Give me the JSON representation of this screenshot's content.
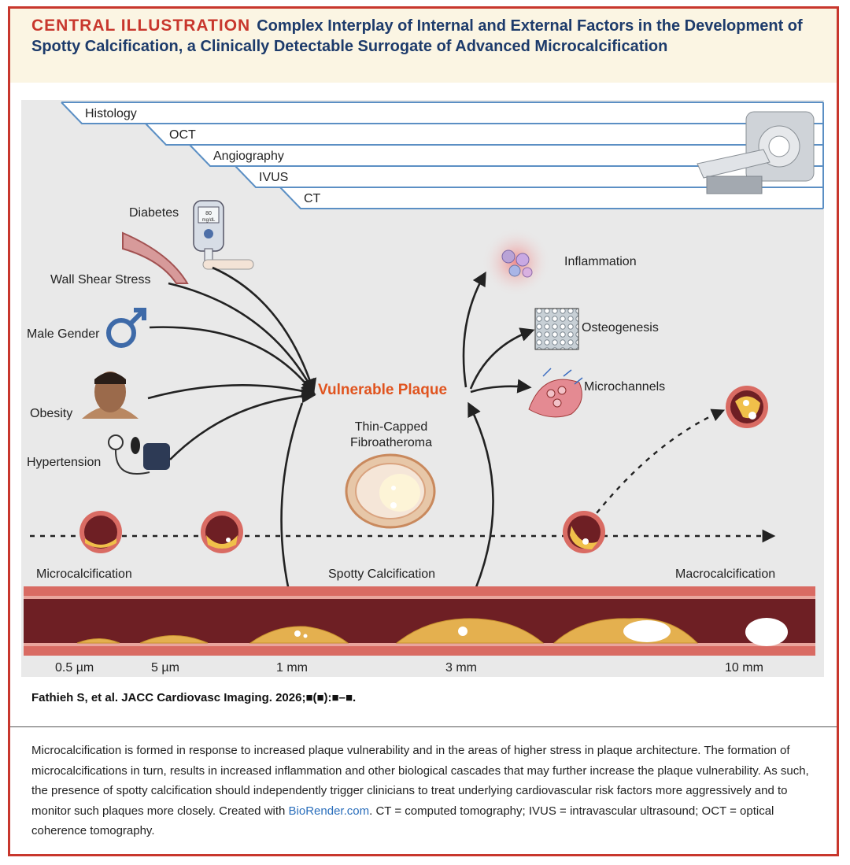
{
  "header": {
    "kicker": "CENTRAL ILLUSTRATION",
    "title": "Complex Interplay of Internal and External Factors in the Development of Spotty Calcification, a Clinically Detectable Surrogate of Advanced Microcalcification"
  },
  "imaging_modalities": [
    "Histology",
    "OCT",
    "Angiography",
    "IVUS",
    "CT"
  ],
  "risk_factors": [
    "Diabetes",
    "Wall Shear Stress",
    "Male Gender",
    "Obesity",
    "Hypertension"
  ],
  "center_label": "Vulnerable Plaque",
  "thin_cap_label": [
    "Thin-Capped",
    "Fibroatheroma"
  ],
  "outcomes": [
    "Inflammation",
    "Osteogenesis",
    "Microchannels"
  ],
  "glucometer_display": [
    "80",
    "mg/dL"
  ],
  "stages": [
    "Microcalcification",
    "Spotty Calcification",
    "Macrocalcification"
  ],
  "sizes": [
    "0.5 µm",
    "5 µm",
    "1 mm",
    "3 mm",
    "10 mm"
  ],
  "citation": "Fathieh S, et al. JACC Cardiovasc Imaging. 2026;■(■):■–■.",
  "caption": {
    "text_before_link": "Microcalcification is formed in response to increased plaque vulnerability and in the areas of higher stress in plaque architecture. The formation of microcalcifications in turn, results in increased inflammation and other biological cascades that may further increase the plaque vulnerability. As such, the presence of spotty calcification should independently trigger clinicians to treat underlying cardiovascular risk factors more aggressively and to monitor such plaques more closely. Created with ",
    "link_text": "BioRender.com",
    "text_after_link": ". CT = computed tomography; IVUS = intravascular ultrasound; OCT = optical coherence tomography."
  },
  "colors": {
    "accent_red": "#c8372d",
    "title_blue": "#1d3b6b",
    "plaque_orange": "#e0541f",
    "modality_blue": "#5b8fc4"
  }
}
